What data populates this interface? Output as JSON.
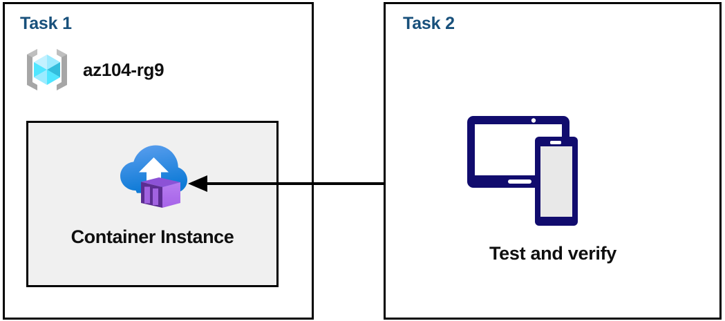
{
  "diagram": {
    "title": "Azure Container Instance task diagram",
    "colors": {
      "task_heading": "#18507B",
      "panel_border": "#000000",
      "card_background": "#F0F0F0",
      "arrow": "#000000",
      "device_navy": "#110C6E",
      "device_screen_gray": "#E8E8E8",
      "cloud_blue_light": "#50A0E8",
      "cloud_blue_dark": "#0F7AD0",
      "container_purple_light": "#B07CEC",
      "container_purple_dark": "#5B2D91",
      "rg_cube_cyan": "#50E6FF",
      "rg_bracket_gray": "#A6A6A6"
    }
  },
  "panels": [
    {
      "id": "task1",
      "title": "Task 1",
      "resource_group": {
        "icon": "resource-group-icon",
        "label": "az104-rg9"
      },
      "card": {
        "icon": "container-instance-icon",
        "label": "Container Instance"
      }
    },
    {
      "id": "task2",
      "title": "Task 2",
      "devices": {
        "icon": "devices-icon",
        "label": "Test and verify"
      }
    }
  ],
  "connector": {
    "name": "arrow-left",
    "direction": "right-to-left",
    "from": "Test and verify",
    "to": "Container Instance"
  }
}
